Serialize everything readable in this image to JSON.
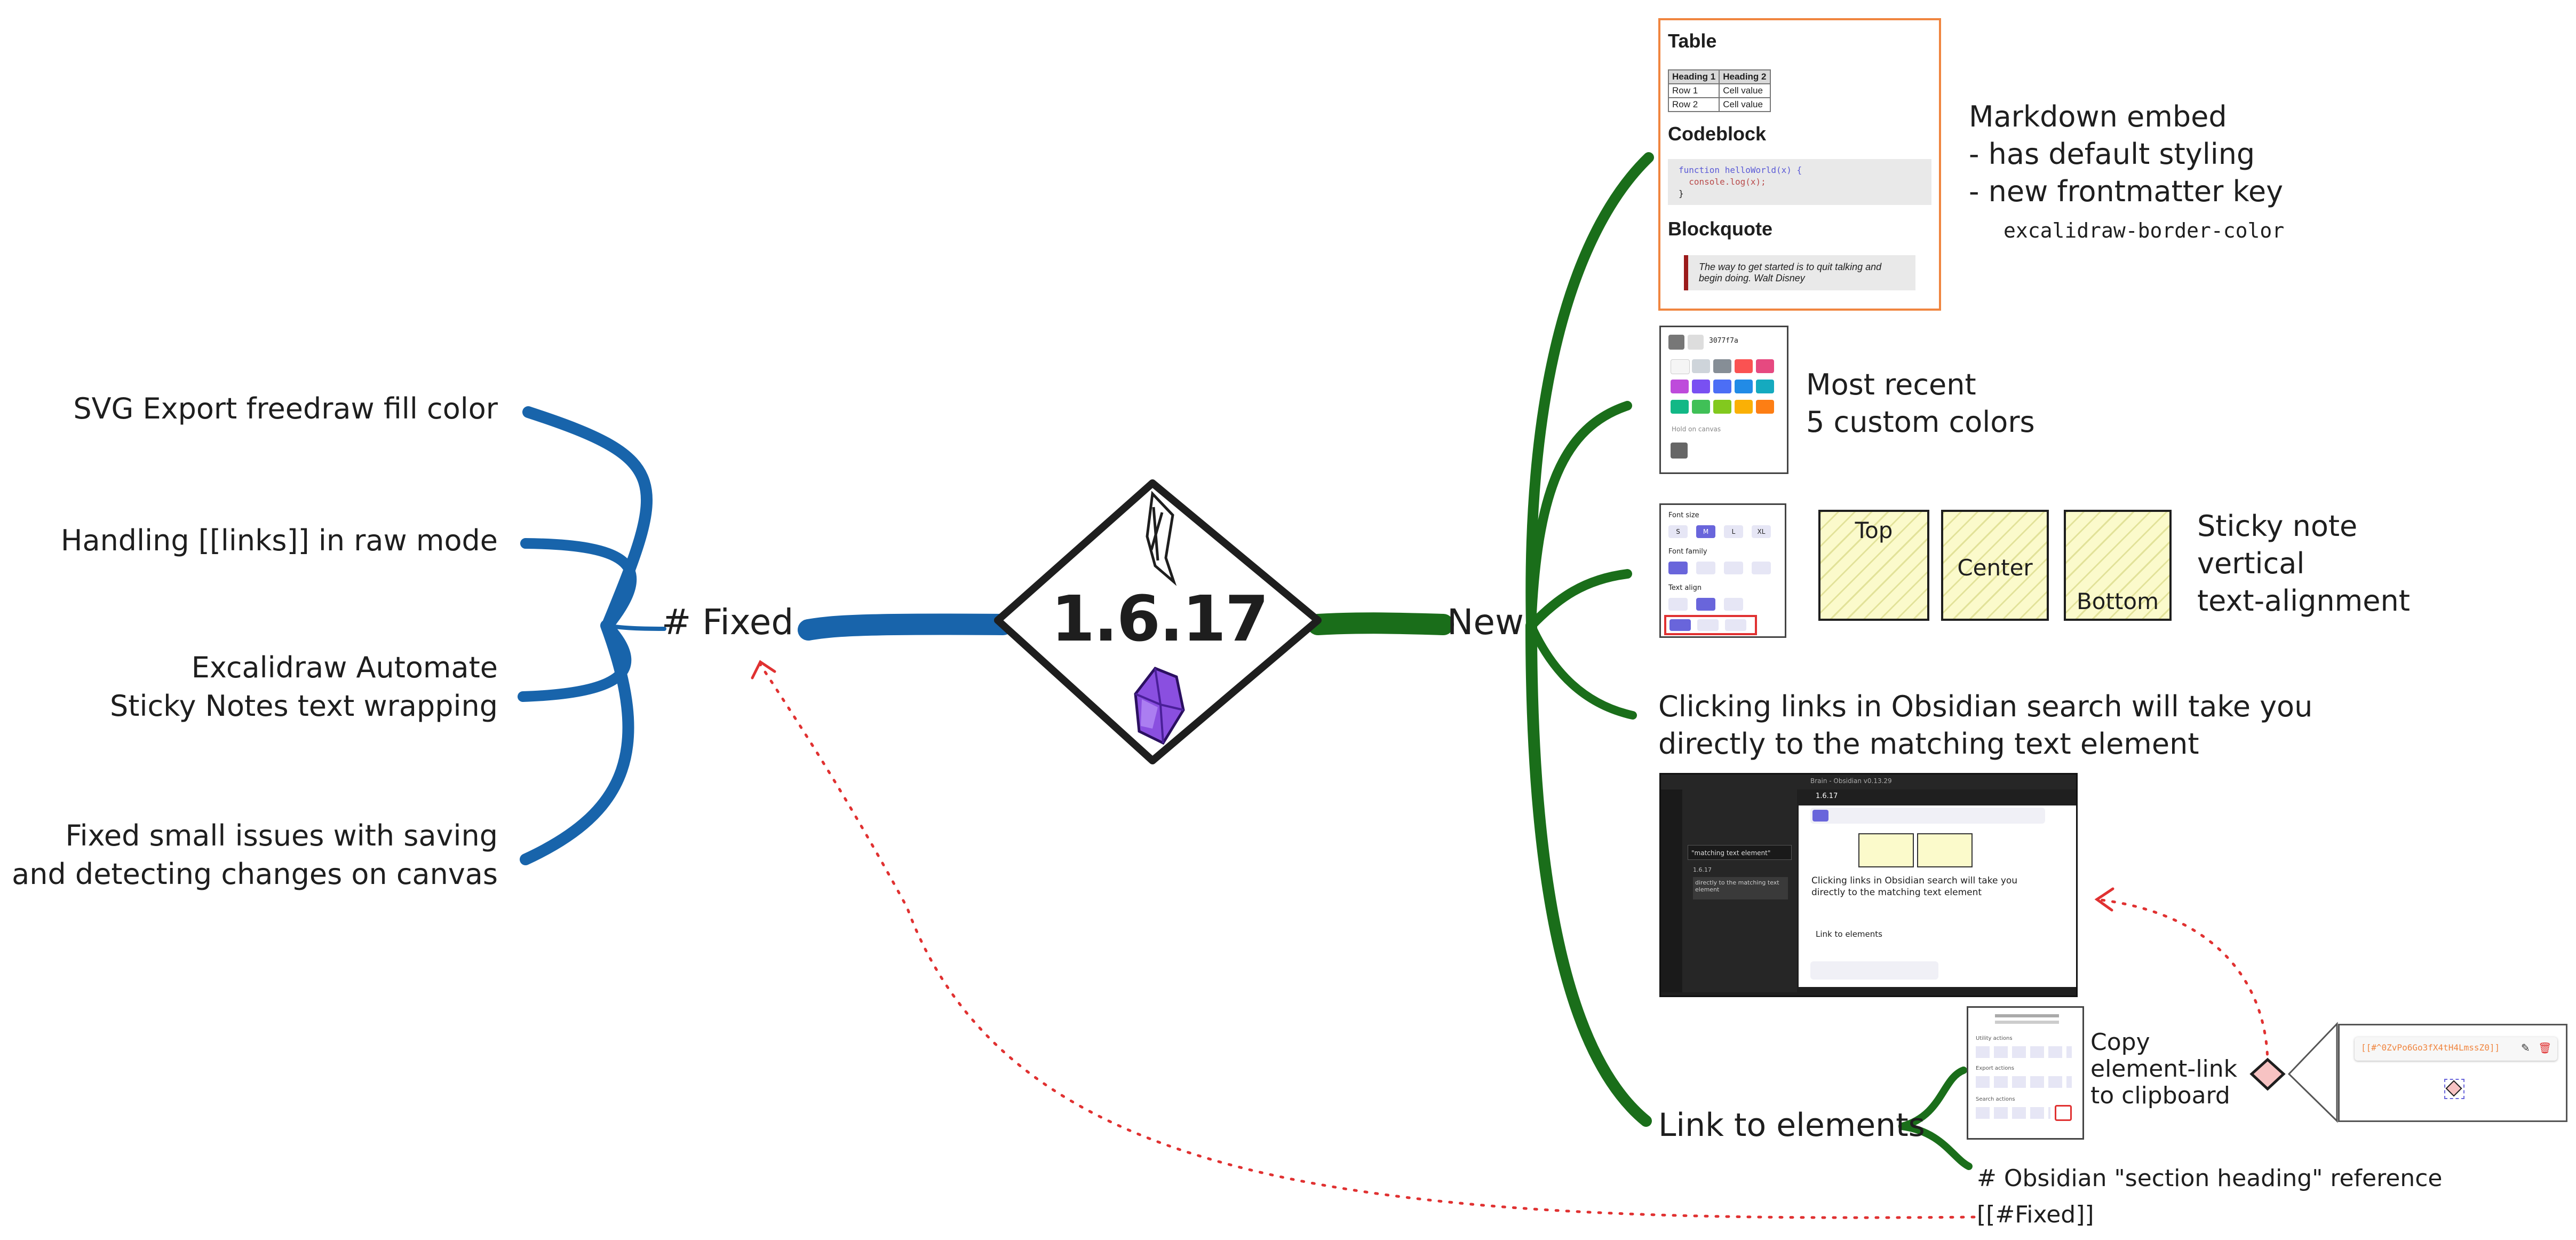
{
  "center": {
    "version": "1.6.17"
  },
  "fixed": {
    "label": "# Fixed",
    "items": [
      "SVG Export freedraw fill color",
      "Handling [[links]] in raw mode",
      "Excalidraw Automate",
      "Sticky Notes text wrapping",
      "Fixed small issues with saving",
      "and detecting changes on canvas"
    ]
  },
  "new": {
    "label": "New",
    "markdown_embed": {
      "lines": [
        "Markdown embed",
        "- has default styling",
        "- new frontmatter key"
      ],
      "key": "excalidraw-border-color",
      "preview": {
        "table_title": "Table",
        "headers": [
          "Heading 1",
          "Heading 2"
        ],
        "rows": [
          [
            "Row 1",
            "Cell value"
          ],
          [
            "Row 2",
            "Cell value"
          ]
        ],
        "code_title": "Codeblock",
        "code_lines": [
          "function helloWorld(x) {",
          "  console.log(x);",
          "}"
        ],
        "quote_title": "Blockquote",
        "quote_text": "The way to get started is to quit talking and begin doing. Walt Disney"
      }
    },
    "custom_colors": {
      "lines": [
        "Most recent",
        "5 custom colors"
      ],
      "hex": "3077f7a",
      "hint": "Hold on canvas"
    },
    "sticky": {
      "lines": [
        "Sticky note",
        "vertical",
        "text-alignment"
      ],
      "notes": [
        "Top",
        "Center",
        "Bottom"
      ],
      "panel": {
        "font_size": "Font size",
        "sizes": [
          "S",
          "M",
          "L",
          "XL"
        ],
        "font_family": "Font family",
        "text_align": "Text align"
      }
    },
    "search": {
      "lines": [
        "Clicking links in Obsidian search will take you",
        "directly to the matching text element"
      ],
      "mini": {
        "window_title": "Brain - Obsidian v0.13.29",
        "tab": "1.6.17",
        "query": "\"matching text element\"",
        "result": "directly to the matching text element"
      }
    },
    "link_to_elements": {
      "label": "Link to elements",
      "copy_lines": [
        "Copy",
        "element-link",
        "to clipboard"
      ],
      "section_ref": "# Obsidian \"section heading\" reference",
      "fixed_link": "[[#Fixed]]",
      "link_preview": "[[#^0ZvPo6Go3fX4tH4LmssZ0]]",
      "actions_title": "Utility actions",
      "export_title": "Export actions",
      "search_title": "Search actions"
    }
  },
  "colors": {
    "blue": "#1864ab",
    "green": "#1a6e1a",
    "red": "#e03131",
    "orange": "#f0853f"
  }
}
